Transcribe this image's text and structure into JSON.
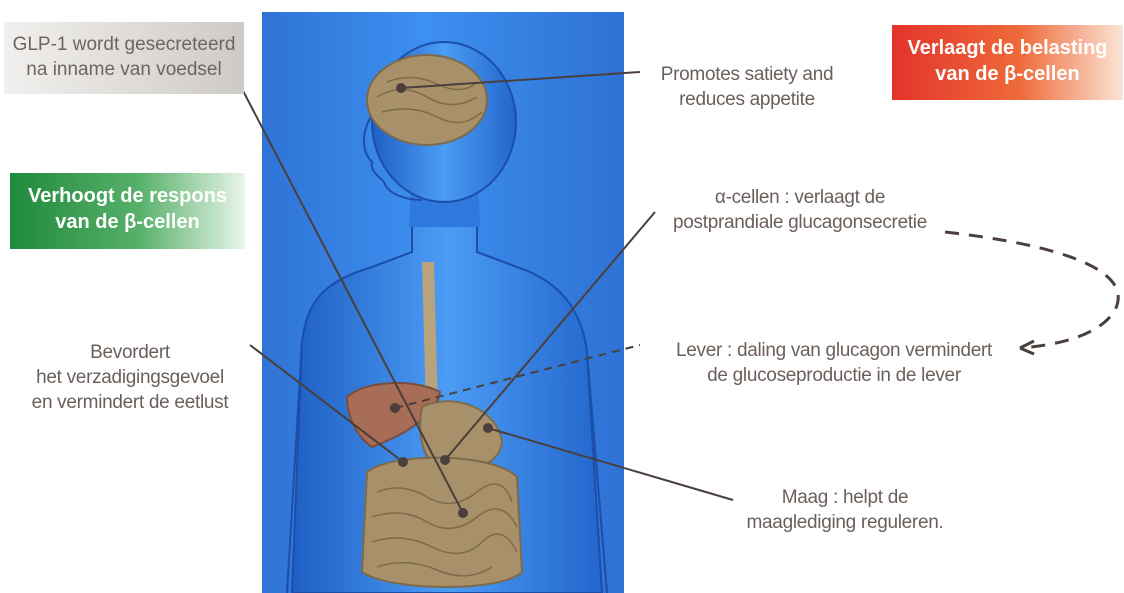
{
  "labels": {
    "glp_secretion": [
      "GLP-1 wordt gesecreteerd",
      "na inname van voedsel"
    ],
    "beta_response": [
      "Verhoogt de respons",
      "van de β-cellen"
    ],
    "beta_load": [
      "Verlaagt de belasting",
      "van de β-cellen"
    ],
    "brain": [
      "Promotes satiety and",
      "reduces appetite"
    ],
    "alpha_cells": [
      "α-cellen : verlaagt de",
      "postprandiale glucagonsecretie"
    ],
    "liver": [
      "Lever : daling van glucagon vermindert",
      "de glucoseproductie in de lever"
    ],
    "satiety_nl": [
      "Bevordert",
      "het verzadigingsgevoel",
      "en vermindert de eetlust"
    ],
    "stomach": [
      "Maag : helpt de",
      "maaglediging reguleren."
    ]
  },
  "colors": {
    "body_blue": "#3b8ae8",
    "organ": "#a8916a",
    "green_box": "#1f8a3c",
    "red_box": "#e3332b",
    "grey_box": "#cdcac7",
    "text": "#6b5f5b",
    "line": "#4a3f3c"
  }
}
